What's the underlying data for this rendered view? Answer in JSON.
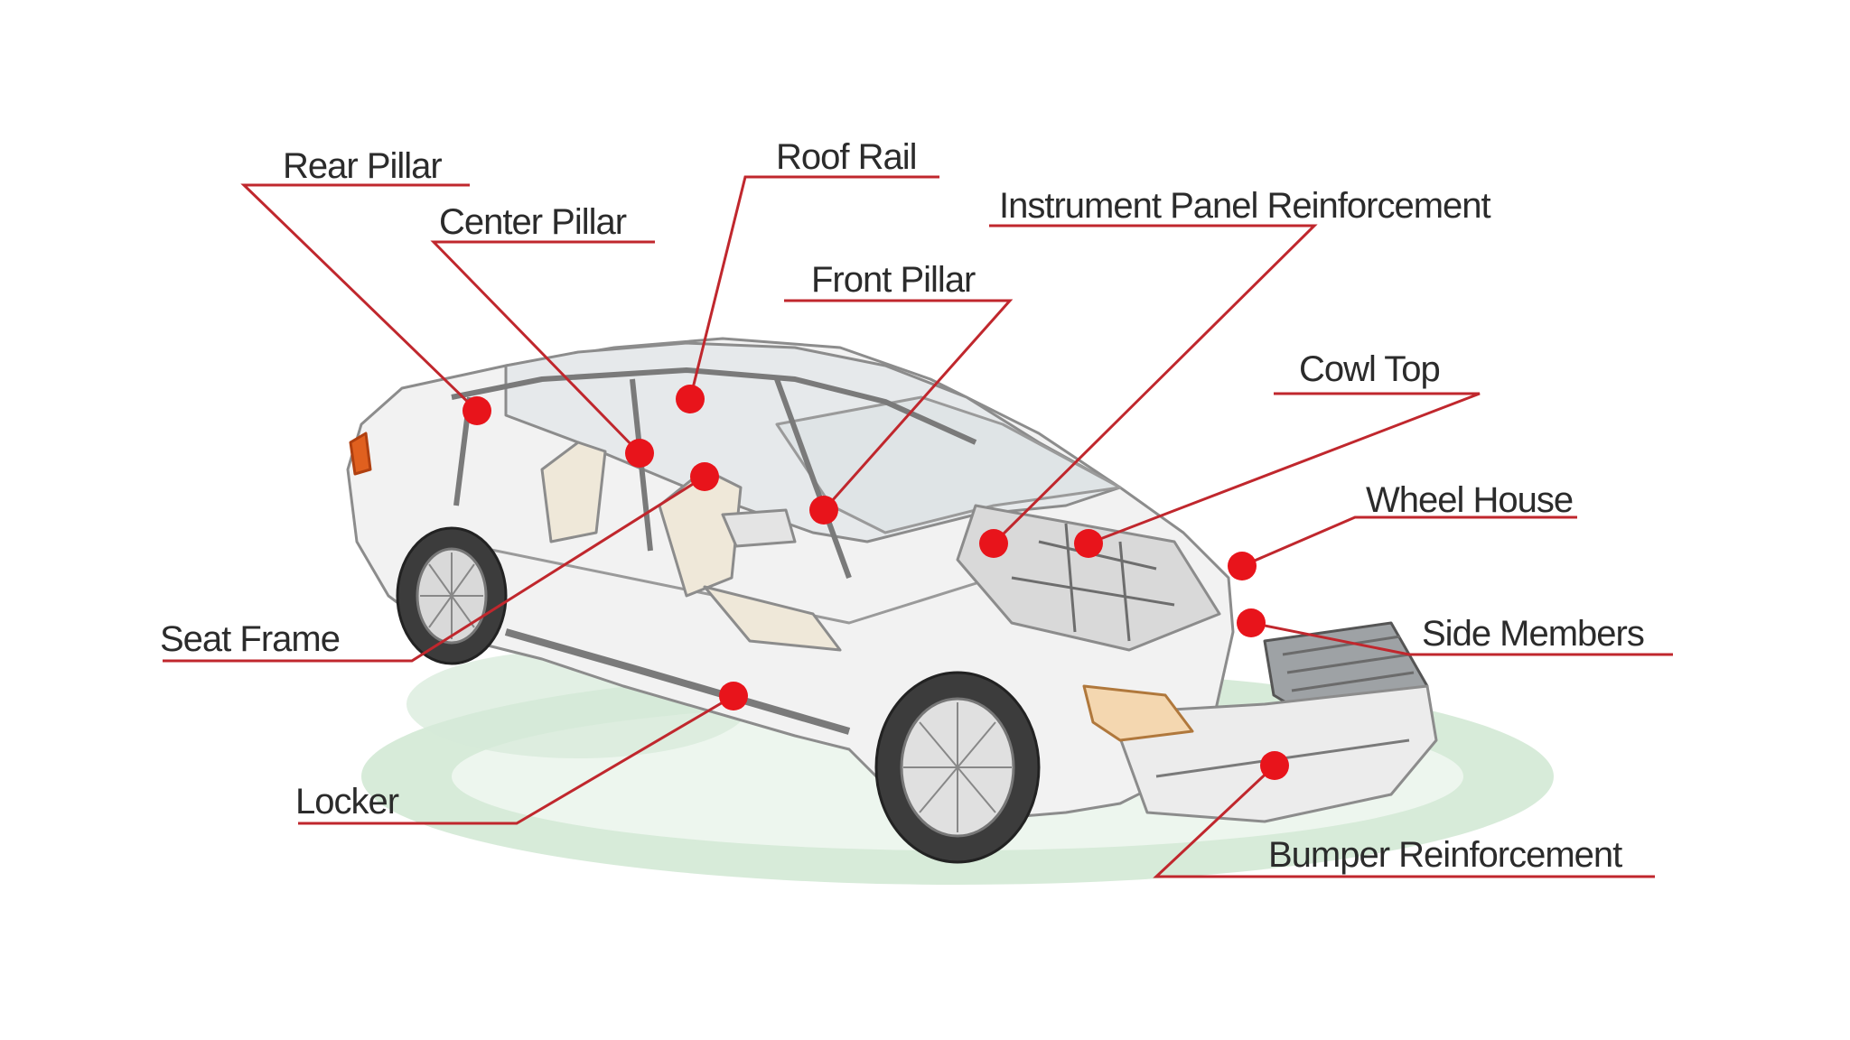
{
  "colors": {
    "leader": "#c0272d",
    "marker": "#e8141b",
    "label_text": "#2b2b2b",
    "car_outline": "#8c8c8c",
    "car_fill": "#f1f1f1",
    "floor_shadow": "#b9d9bd"
  },
  "labels": {
    "rear_pillar": "Rear Pillar",
    "center_pillar": "Center Pillar",
    "roof_rail": "Roof Rail",
    "front_pillar": "Front Pillar",
    "instrument_panel": "Instrument Panel Reinforcement",
    "cowl_top": "Cowl Top",
    "wheel_house": "Wheel House",
    "side_members": "Side Members",
    "seat_frame": "Seat Frame",
    "locker": "Locker",
    "bumper_reinforcement": "Bumper Reinforcement"
  },
  "icons": {
    "car": "car-cutaway-icon",
    "marker": "red-dot-marker-icon"
  }
}
